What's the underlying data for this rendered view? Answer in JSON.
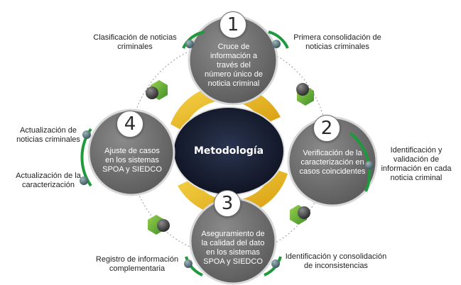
{
  "center": {
    "title": "Metodología"
  },
  "steps": [
    {
      "number": "1",
      "text": "Cruce de información a través del número único de noticia criminal"
    },
    {
      "number": "2",
      "text": "Verificación de la caracterización en casos coincidentes"
    },
    {
      "number": "3",
      "text": "Aseguramiento de la calidad del dato en los sistemas SPOA y SIEDCO"
    },
    {
      "number": "4",
      "text": "Ajuste de casos en los sistemas SPOA y SIEDCO"
    }
  ],
  "labels": {
    "clasificacion": "Clasificación de noticias criminales",
    "primera": "Primera consolidación de noticias criminales",
    "actualizacion_noticias": "Actualización de noticias criminales",
    "actualizacion_caracterizacion": "Actualización de la caracterización",
    "identificacion_validacion": "Identificación y validación de información en cada noticia criminal",
    "registro": "Registro de información complementaria",
    "identificacion_consolidacion": "Identificación y consolidación de inconsistencias"
  },
  "colors": {
    "node_fill": "#6f6f6f",
    "accent_green": "#1e9a3c",
    "accent_gold": "#f2c318",
    "center_dark": "#1b2232"
  }
}
